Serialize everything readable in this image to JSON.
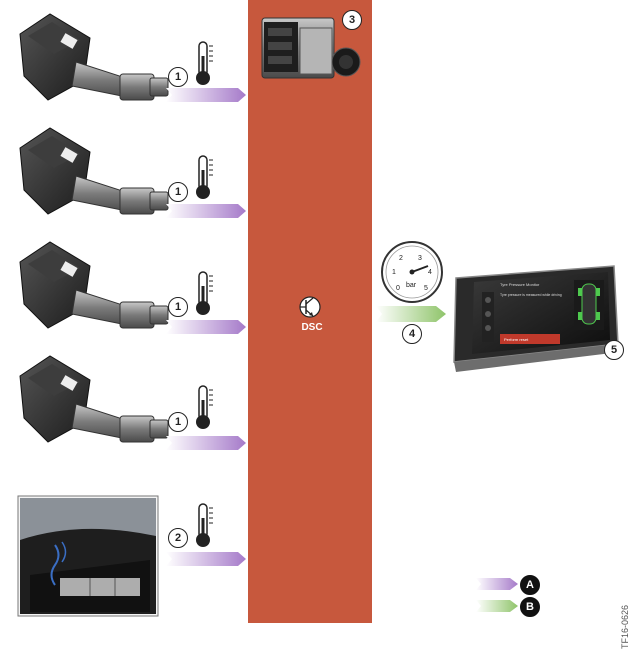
{
  "legend": [
    {
      "badge": "A",
      "arrow": "purple-arrow"
    },
    {
      "badge": "B",
      "arrow": "green-arrow"
    }
  ],
  "callouts": {
    "sensor": "1",
    "window_sensor": "2",
    "dsc_unit": "3",
    "signal": "4",
    "display": "5"
  },
  "dsc_label": "DSC",
  "gauge_unit": "bar",
  "gauge_ticks": [
    "1",
    "2",
    "3",
    "4",
    "5",
    "0"
  ],
  "screen": {
    "title": "Tyre Pressure Monitor",
    "message": "Tyre pressure is measured while driving",
    "button": "Perform reset"
  },
  "reference": "TF16-0626",
  "colors": {
    "dsc_block": "#c7583d",
    "purple_arrow": "#b898d8",
    "green_arrow": "#a9d08a"
  }
}
